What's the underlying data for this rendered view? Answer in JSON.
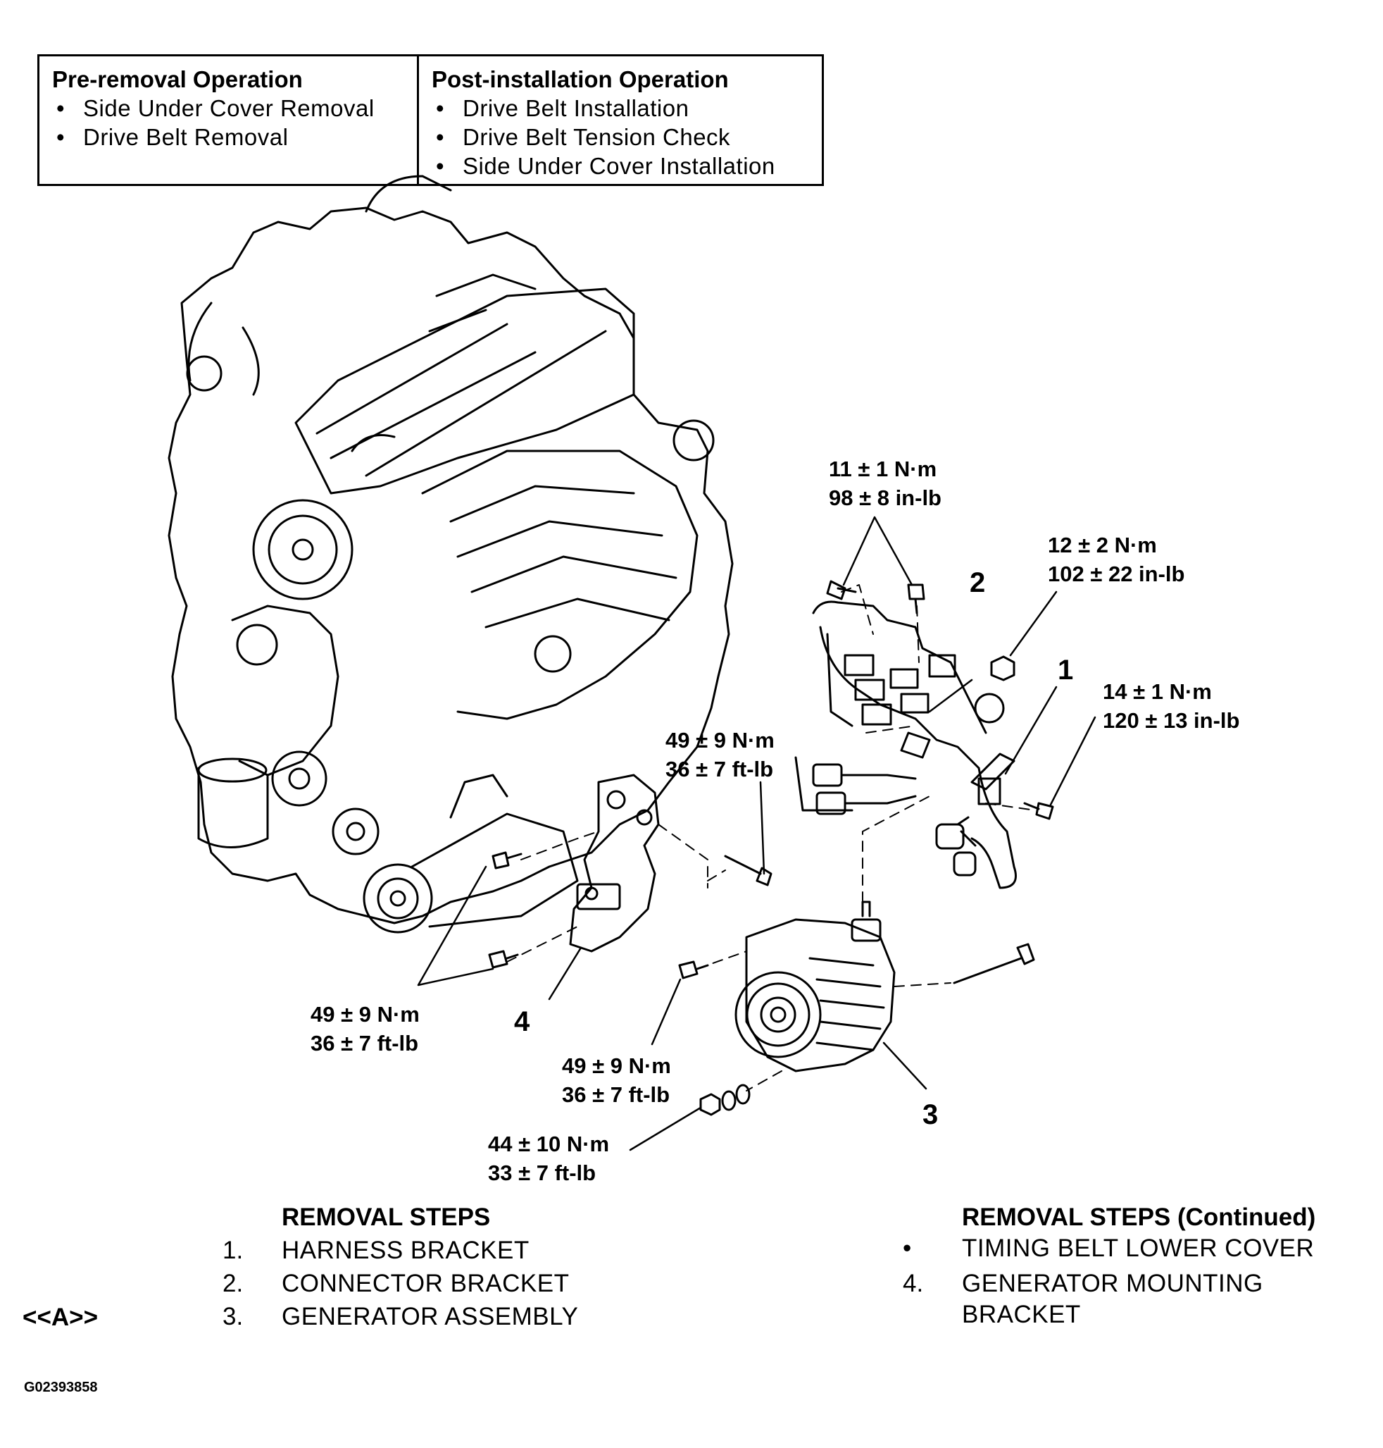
{
  "pre_removal": {
    "heading": "Pre-removal Operation",
    "items": [
      "Side Under Cover Removal",
      "Drive Belt Removal"
    ]
  },
  "post_installation": {
    "heading": "Post-installation Operation",
    "items": [
      "Drive Belt Installation",
      "Drive Belt Tension Check",
      "Side Under Cover Installation"
    ]
  },
  "torque_specs": [
    {
      "metric": "11 ± 1 N·m",
      "imperial": "98 ± 8 in-lb"
    },
    {
      "metric": "12 ± 2 N·m",
      "imperial": "102 ± 22 in-lb"
    },
    {
      "metric": "14 ± 1 N·m",
      "imperial": "120 ± 13 in-lb"
    },
    {
      "metric": "49 ± 9 N·m",
      "imperial": "36 ± 7 ft-lb"
    },
    {
      "metric": "49 ± 9 N·m",
      "imperial": "36 ± 7 ft-lb"
    },
    {
      "metric": "49 ± 9 N·m",
      "imperial": "36 ± 7 ft-lb"
    },
    {
      "metric": "44 ± 10 N·m",
      "imperial": "33 ± 7 ft-lb"
    }
  ],
  "callouts": [
    "1",
    "2",
    "3",
    "4"
  ],
  "removal_steps": {
    "title": "REMOVAL STEPS",
    "reference_mark": "<<A>>",
    "steps": [
      {
        "num": "1.",
        "label": "HARNESS BRACKET"
      },
      {
        "num": "2.",
        "label": "CONNECTOR BRACKET"
      },
      {
        "num": "3.",
        "label": "GENERATOR ASSEMBLY"
      }
    ]
  },
  "removal_steps_continued": {
    "title": "REMOVAL STEPS (Continued)",
    "steps": [
      {
        "num": "•",
        "label": "TIMING BELT LOWER COVER"
      },
      {
        "num": "4.",
        "label": "GENERATOR MOUNTING"
      },
      {
        "num": "",
        "label": "BRACKET"
      }
    ]
  },
  "figure_id": "G02393858"
}
